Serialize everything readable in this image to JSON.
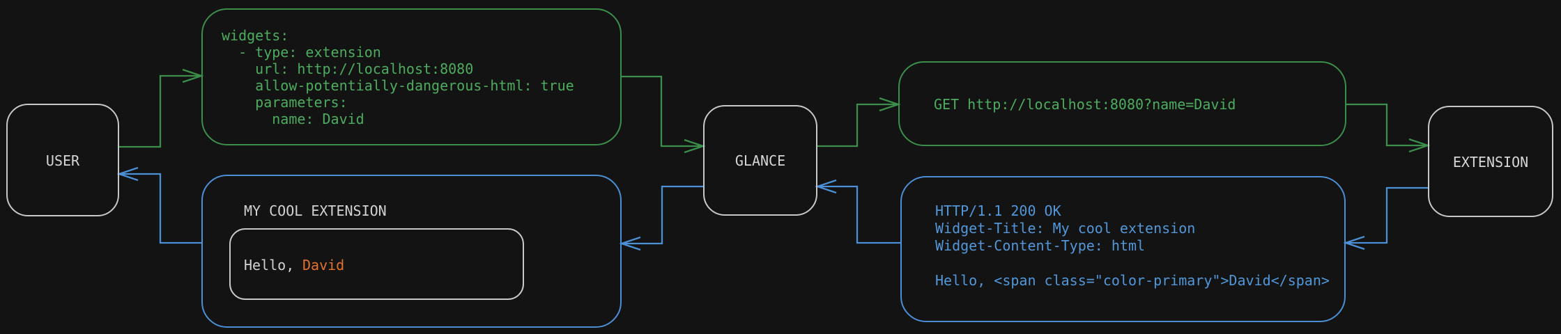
{
  "diagram": {
    "background": "#131313",
    "colors": {
      "green_stroke": "#3c8f4b",
      "green_text": "#4dac5f",
      "blue_stroke": "#4b90d6",
      "blue_text": "#5197d9",
      "node_border": "#c8c8c8",
      "node_text": "#d6d6d6",
      "orange": "#e2712d"
    },
    "nodes": {
      "user": "USER",
      "glance": "GLANCE",
      "extension": "EXTENSION"
    },
    "config_box": {
      "lines": [
        "widgets:",
        "  - type: extension",
        "    url: http://localhost:8080",
        "    allow-potentially-dangerous-html: true",
        "    parameters:",
        "      name: David"
      ]
    },
    "request_box": {
      "text": "GET http://localhost:8080?name=David"
    },
    "response_box": {
      "lines": [
        "HTTP/1.1 200 OK",
        "Widget-Title: My cool extension",
        "Widget-Content-Type: html",
        "",
        "Hello, <span class=\"color-primary\">David</span>"
      ]
    },
    "widget_box": {
      "title": "MY COOL EXTENSION",
      "hello_prefix": "Hello, ",
      "hello_name": "David"
    }
  }
}
